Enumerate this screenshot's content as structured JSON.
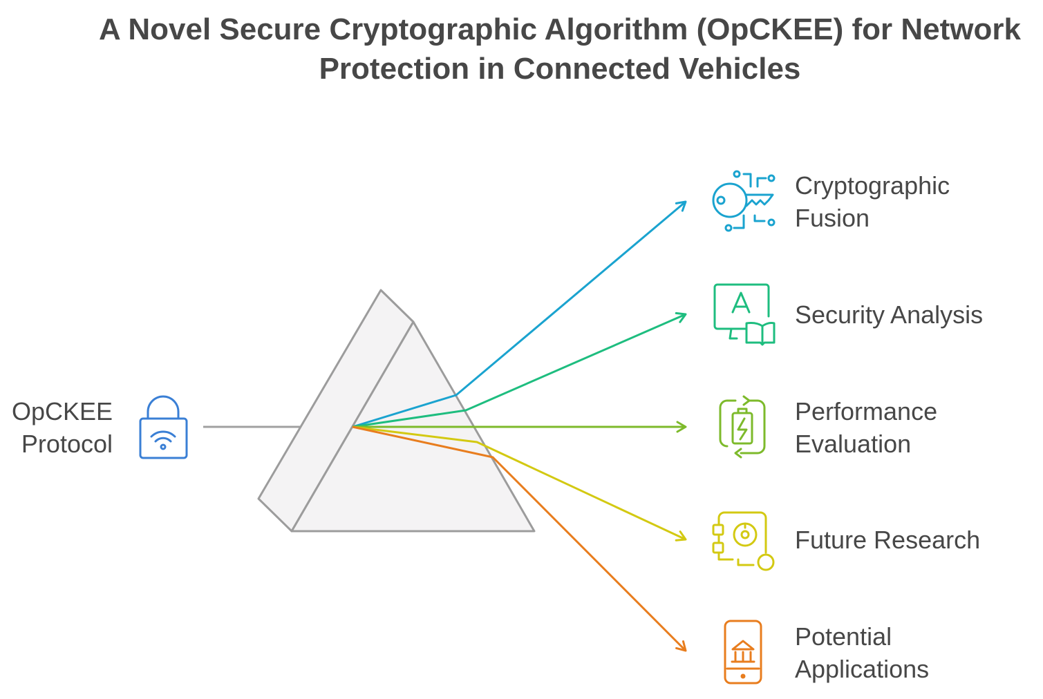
{
  "title": {
    "line1": "A Novel Secure Cryptographic Algorithm (OpCKEE) for Network",
    "line2": "Protection in Connected Vehicles"
  },
  "input": {
    "line1": "OpCKEE",
    "line2": "Protocol",
    "icon": "wifi-lock-icon",
    "color": "#3a7fd5"
  },
  "prism": {
    "fill": "#f4f3f4",
    "stroke": "#9c9c9c"
  },
  "outputs": [
    {
      "id": "cryptographic-fusion",
      "line1": "Cryptographic",
      "line2": "Fusion",
      "icon": "key-circuit-icon",
      "color": "#1aa3cf"
    },
    {
      "id": "security-analysis",
      "line1": "Security Analysis",
      "line2": "",
      "icon": "monitor-book-icon",
      "color": "#1ebd7f"
    },
    {
      "id": "performance-evaluation",
      "line1": "Performance",
      "line2": "Evaluation",
      "icon": "battery-cycle-icon",
      "color": "#7dba2b"
    },
    {
      "id": "future-research",
      "line1": "Future Research",
      "line2": "",
      "icon": "safe-dial-icon",
      "color": "#d3c912"
    },
    {
      "id": "potential-applications",
      "line1": "Potential",
      "line2": "Applications",
      "icon": "mobile-bank-icon",
      "color": "#e87d1e"
    }
  ]
}
